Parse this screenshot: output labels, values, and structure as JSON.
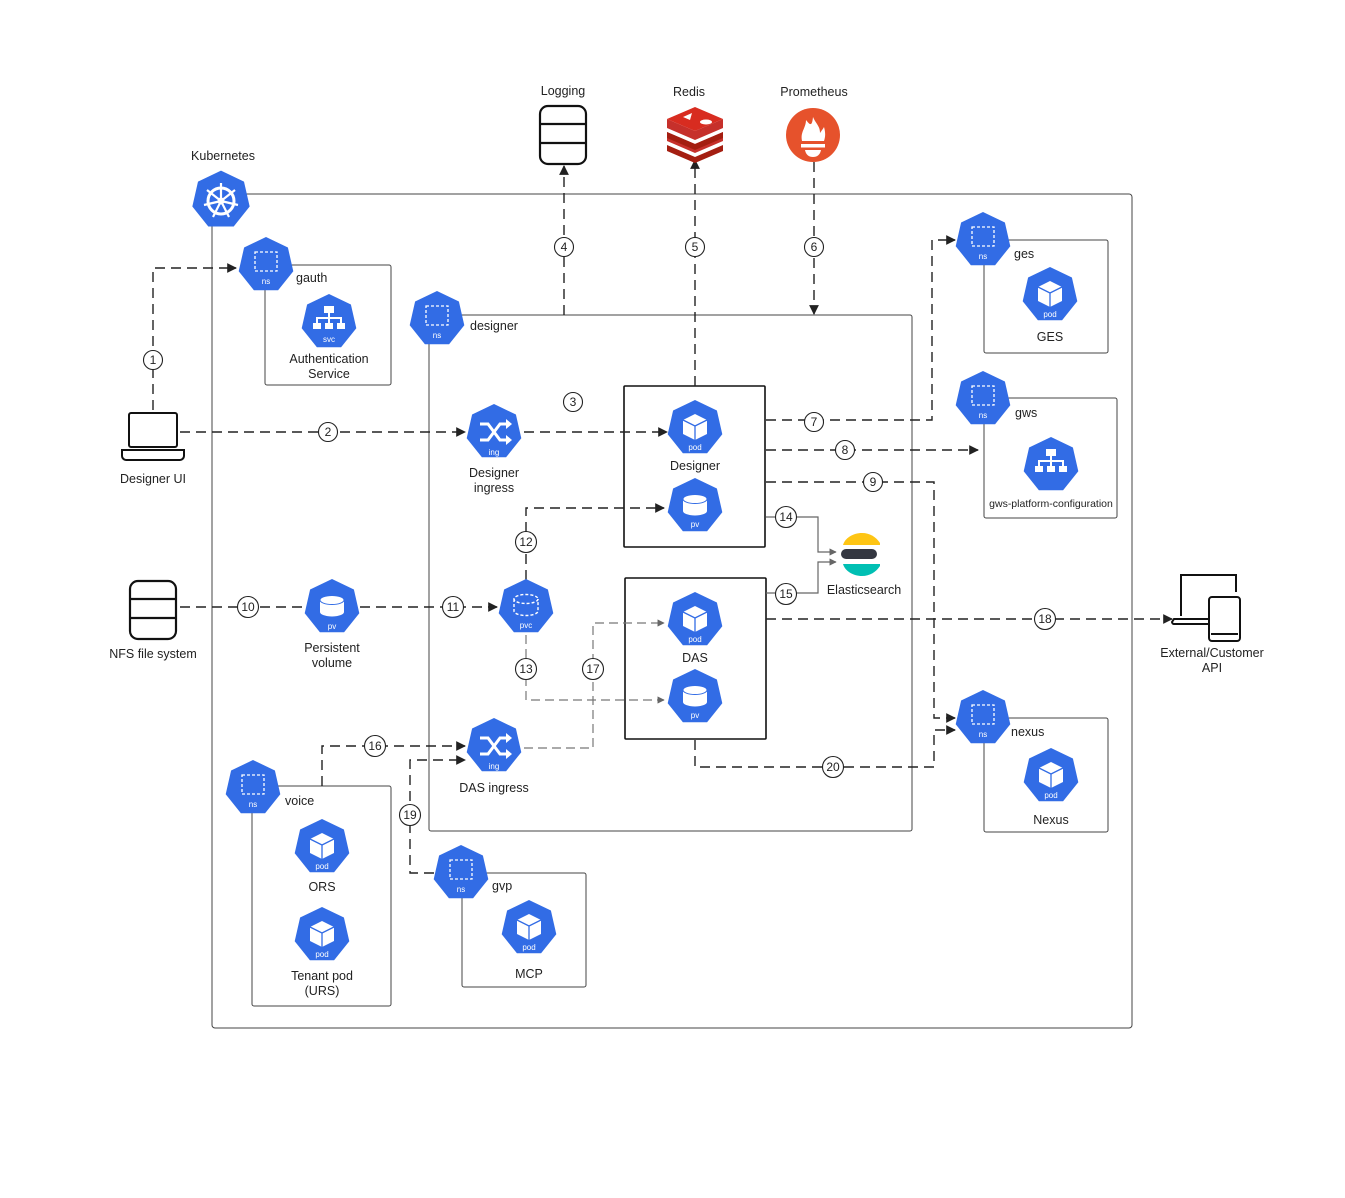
{
  "labels": {
    "kubernetes": "Kubernetes",
    "logging": "Logging",
    "redis": "Redis",
    "prometheus": "Prometheus",
    "designer_ui": "Designer UI",
    "nfs": "NFS file system",
    "external_api_1": "External/Customer",
    "external_api_2": "API",
    "elasticsearch": "Elasticsearch"
  },
  "namespaces": {
    "gauth": "gauth",
    "designer": "designer",
    "ges": "ges",
    "gws": "gws",
    "nexus": "nexus",
    "voice": "voice",
    "gvp": "gvp"
  },
  "components": {
    "auth_service_1": "Authentication",
    "auth_service_2": "Service",
    "designer_ingress_1": "Designer",
    "designer_ingress_2": "ingress",
    "designer_pod": "Designer",
    "das_pod": "DAS",
    "das_ingress": "DAS ingress",
    "persistent_volume_1": "Persistent",
    "persistent_volume_2": "volume",
    "ges_pod": "GES",
    "gws_service": "gws-platform-configuration",
    "nexus_pod": "Nexus",
    "ors_pod": "ORS",
    "tenant_pod_1": "Tenant pod",
    "tenant_pod_2": "(URS)",
    "mcp_pod": "MCP"
  },
  "hex_tags": {
    "ns": "ns",
    "pod": "pod",
    "pv": "pv",
    "pvc": "pvc",
    "svc": "svc",
    "ing": "ing"
  },
  "steps": [
    "1",
    "2",
    "3",
    "4",
    "5",
    "6",
    "7",
    "8",
    "9",
    "10",
    "11",
    "12",
    "13",
    "14",
    "15",
    "16",
    "17",
    "18",
    "19",
    "20"
  ],
  "colors": {
    "k8s_blue": "#326CE5",
    "redis_red": "#C6302B",
    "prometheus_orange": "#E6522C"
  }
}
